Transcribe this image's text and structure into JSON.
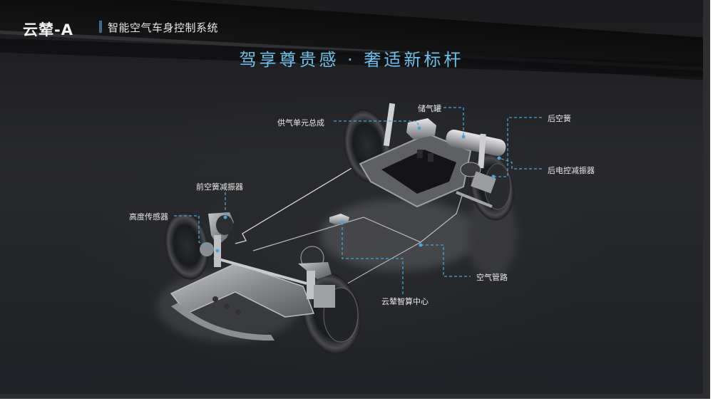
{
  "header": {
    "brand": "云辇-A",
    "subtitle": "智能空气车身控制系统"
  },
  "headline": "驾享尊贵感 · 奢适新标杆",
  "components": [
    {
      "id": "air-supply-unit",
      "label": "供气单元总成"
    },
    {
      "id": "air-tank",
      "label": "储气罐"
    },
    {
      "id": "rear-air-spring",
      "label": "后空簧"
    },
    {
      "id": "rear-electronic-damper",
      "label": "后电控减振器"
    },
    {
      "id": "front-air-spring-damper",
      "label": "前空簧减振器"
    },
    {
      "id": "height-sensor",
      "label": "高度传感器"
    },
    {
      "id": "air-line",
      "label": "空气管路"
    },
    {
      "id": "yunnian-compute-center",
      "label": "云辇智算中心"
    }
  ],
  "colors": {
    "accent": "#6cc0ea",
    "leader_line": "#4aa3d6",
    "background": "#222326",
    "separator": "#3f6a8e"
  }
}
